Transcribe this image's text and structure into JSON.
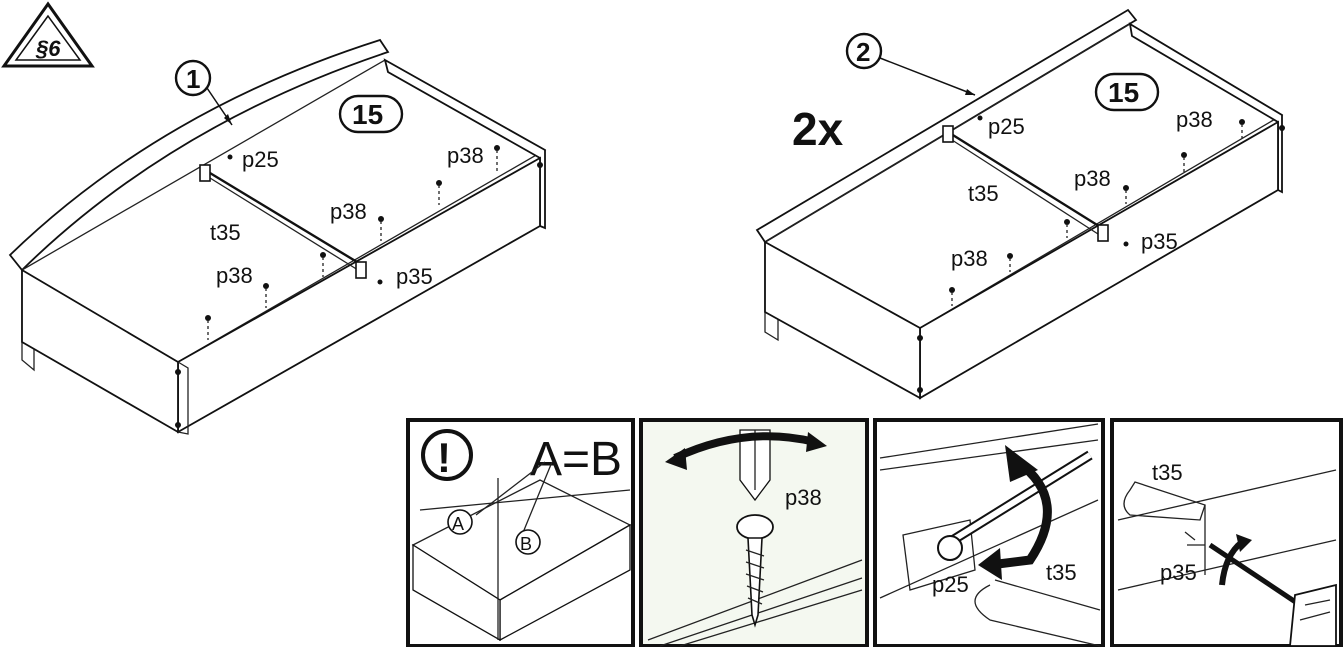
{
  "step": {
    "symbol": "§6"
  },
  "callouts": {
    "one": "1",
    "two": "2",
    "qty_left": "15",
    "qty_right": "15"
  },
  "multiplier": "2x",
  "left_panel": {
    "p25": "p25",
    "p38_a": "p38",
    "p38_b": "p38",
    "p38_c": "p38",
    "t35": "t35",
    "p35": "p35"
  },
  "right_panel": {
    "p25": "p25",
    "p38_a": "p38",
    "p38_b": "p38",
    "p38_c": "p38",
    "t35": "t35",
    "p35": "p35"
  },
  "details": {
    "warning_mark": "!",
    "equation": "A=B",
    "point_a": "A",
    "point_b": "B",
    "screw_label": "p38",
    "hinge_screw": "p25",
    "hinge_rail": "t35",
    "rail_top": "t35",
    "rail_screw": "p35"
  },
  "icons": [
    "warning-triangle-icon",
    "exclamation-circle-icon",
    "rotate-arrow-icon",
    "screw-icon",
    "screwdriver-icon"
  ]
}
